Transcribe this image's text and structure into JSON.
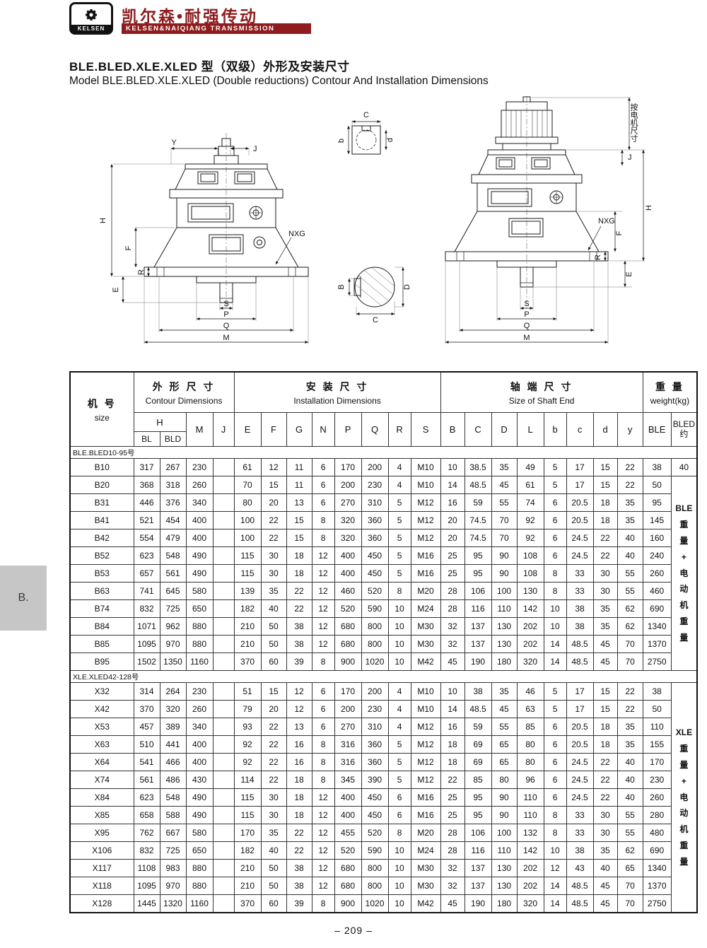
{
  "brand": {
    "badge": "KELSEN",
    "name": "凯尔森•耐强传动",
    "tagline": "KELSEN&NAIQIANG TRANSMISSION"
  },
  "titles": {
    "cn": "BLE.BLED.XLE.XLED 型（双级）外形及安装尺寸",
    "en": "Model BLE.BLED.XLE.XLED (Double reductions) Contour And Installation Dimensions"
  },
  "diagram": {
    "labels": {
      "H": "H",
      "Y": "Y",
      "J": "J",
      "F": "F",
      "E": "E",
      "R": "R",
      "NXG": "NXG",
      "S": "S",
      "P": "P",
      "Q": "Q",
      "M": "M",
      "C": "C",
      "b": "b",
      "d": "d",
      "B": "B",
      "D": "D",
      "motor_dim": "按电机尺寸"
    }
  },
  "table": {
    "size_header": {
      "cn": "机 号",
      "en": "size"
    },
    "groups": [
      {
        "cn": "外 形 尺 寸",
        "en": "Contour Dimensions",
        "span": 4
      },
      {
        "cn": "安 装 尺 寸",
        "en": "Installation Dimensions",
        "span": 8
      },
      {
        "cn": "轴 端 尺 寸",
        "en": "Size of Shaft End",
        "span": 8
      },
      {
        "cn": "重 量",
        "en": "weight(kg)",
        "span": 2
      }
    ],
    "columns": {
      "h": "H",
      "h_sub": [
        "BL",
        "BLD"
      ],
      "contour_rest": [
        "M",
        "J"
      ],
      "install": [
        "E",
        "F",
        "G",
        "N",
        "P",
        "Q",
        "R",
        "S"
      ],
      "shaft": [
        "B",
        "C",
        "D",
        "L",
        "b",
        "c",
        "d",
        "y"
      ],
      "weight": [
        "BLE",
        "BLED"
      ],
      "weight_approx": "约"
    },
    "sections": [
      {
        "label": "BLE.BLED10-95号",
        "weight_note": {
          "from": 1,
          "lines": [
            "BLE",
            "重",
            "量",
            "+",
            "电",
            "动",
            "机",
            "重",
            "量"
          ]
        },
        "rows": [
          {
            "size": "B10",
            "values": [
              "317",
              "267",
              "230",
              "",
              "61",
              "12",
              "11",
              "6",
              "170",
              "200",
              "4",
              "M10",
              "10",
              "38.5",
              "35",
              "49",
              "5",
              "17",
              "15",
              "22",
              "38"
            ],
            "bled": "40"
          },
          {
            "size": "B20",
            "values": [
              "368",
              "318",
              "260",
              "",
              "70",
              "15",
              "11",
              "6",
              "200",
              "230",
              "4",
              "M10",
              "14",
              "48.5",
              "45",
              "61",
              "5",
              "17",
              "15",
              "22",
              "50"
            ]
          },
          {
            "size": "B31",
            "values": [
              "446",
              "376",
              "340",
              "",
              "80",
              "20",
              "13",
              "6",
              "270",
              "310",
              "5",
              "M12",
              "16",
              "59",
              "55",
              "74",
              "6",
              "20.5",
              "18",
              "35",
              "95"
            ]
          },
          {
            "size": "B41",
            "values": [
              "521",
              "454",
              "400",
              "",
              "100",
              "22",
              "15",
              "8",
              "320",
              "360",
              "5",
              "M12",
              "20",
              "74.5",
              "70",
              "92",
              "6",
              "20.5",
              "18",
              "35",
              "145"
            ]
          },
          {
            "size": "B42",
            "values": [
              "554",
              "479",
              "400",
              "",
              "100",
              "22",
              "15",
              "8",
              "320",
              "360",
              "5",
              "M12",
              "20",
              "74.5",
              "70",
              "92",
              "6",
              "24.5",
              "22",
              "40",
              "160"
            ]
          },
          {
            "size": "B52",
            "values": [
              "623",
              "548",
              "490",
              "",
              "115",
              "30",
              "18",
              "12",
              "400",
              "450",
              "5",
              "M16",
              "25",
              "95",
              "90",
              "108",
              "6",
              "24.5",
              "22",
              "40",
              "240"
            ]
          },
          {
            "size": "B53",
            "values": [
              "657",
              "561",
              "490",
              "",
              "115",
              "30",
              "18",
              "12",
              "400",
              "450",
              "5",
              "M16",
              "25",
              "95",
              "90",
              "108",
              "8",
              "33",
              "30",
              "55",
              "260"
            ]
          },
          {
            "size": "B63",
            "values": [
              "741",
              "645",
              "580",
              "",
              "139",
              "35",
              "22",
              "12",
              "460",
              "520",
              "8",
              "M20",
              "28",
              "106",
              "100",
              "130",
              "8",
              "33",
              "30",
              "55",
              "460"
            ]
          },
          {
            "size": "B74",
            "values": [
              "832",
              "725",
              "650",
              "",
              "182",
              "40",
              "22",
              "12",
              "520",
              "590",
              "10",
              "M24",
              "28",
              "116",
              "110",
              "142",
              "10",
              "38",
              "35",
              "62",
              "690"
            ]
          },
          {
            "size": "B84",
            "values": [
              "1071",
              "962",
              "880",
              "",
              "210",
              "50",
              "38",
              "12",
              "680",
              "800",
              "10",
              "M30",
              "32",
              "137",
              "130",
              "202",
              "10",
              "38",
              "35",
              "62",
              "1340"
            ]
          },
          {
            "size": "B85",
            "values": [
              "1095",
              "970",
              "880",
              "",
              "210",
              "50",
              "38",
              "12",
              "680",
              "800",
              "10",
              "M30",
              "32",
              "137",
              "130",
              "202",
              "14",
              "48.5",
              "45",
              "70",
              "1370"
            ]
          },
          {
            "size": "B95",
            "values": [
              "1502",
              "1350",
              "1160",
              "",
              "370",
              "60",
              "39",
              "8",
              "900",
              "1020",
              "10",
              "M42",
              "45",
              "190",
              "180",
              "320",
              "14",
              "48.5",
              "45",
              "70",
              "2750"
            ]
          }
        ]
      },
      {
        "label": "XLE.XLED42-128号",
        "weight_note": {
          "from": 0,
          "lines": [
            "XLE",
            "重",
            "量",
            "+",
            "电",
            "动",
            "机",
            "重",
            "量"
          ]
        },
        "rows": [
          {
            "size": "X32",
            "values": [
              "314",
              "264",
              "230",
              "",
              "51",
              "15",
              "12",
              "6",
              "170",
              "200",
              "4",
              "M10",
              "10",
              "38",
              "35",
              "46",
              "5",
              "17",
              "15",
              "22",
              "38"
            ]
          },
          {
            "size": "X42",
            "values": [
              "370",
              "320",
              "260",
              "",
              "79",
              "20",
              "12",
              "6",
              "200",
              "230",
              "4",
              "M10",
              "14",
              "48.5",
              "45",
              "63",
              "5",
              "17",
              "15",
              "22",
              "50"
            ]
          },
          {
            "size": "X53",
            "values": [
              "457",
              "389",
              "340",
              "",
              "93",
              "22",
              "13",
              "6",
              "270",
              "310",
              "4",
              "M12",
              "16",
              "59",
              "55",
              "85",
              "6",
              "20.5",
              "18",
              "35",
              "110"
            ]
          },
          {
            "size": "X63",
            "values": [
              "510",
              "441",
              "400",
              "",
              "92",
              "22",
              "16",
              "8",
              "316",
              "360",
              "5",
              "M12",
              "18",
              "69",
              "65",
              "80",
              "6",
              "20.5",
              "18",
              "35",
              "155"
            ]
          },
          {
            "size": "X64",
            "values": [
              "541",
              "466",
              "400",
              "",
              "92",
              "22",
              "16",
              "8",
              "316",
              "360",
              "5",
              "M12",
              "18",
              "69",
              "65",
              "80",
              "6",
              "24.5",
              "22",
              "40",
              "170"
            ]
          },
          {
            "size": "X74",
            "values": [
              "561",
              "486",
              "430",
              "",
              "114",
              "22",
              "18",
              "8",
              "345",
              "390",
              "5",
              "M12",
              "22",
              "85",
              "80",
              "96",
              "6",
              "24.5",
              "22",
              "40",
              "230"
            ]
          },
          {
            "size": "X84",
            "values": [
              "623",
              "548",
              "490",
              "",
              "115",
              "30",
              "18",
              "12",
              "400",
              "450",
              "6",
              "M16",
              "25",
              "95",
              "90",
              "110",
              "6",
              "24.5",
              "22",
              "40",
              "260"
            ]
          },
          {
            "size": "X85",
            "values": [
              "658",
              "588",
              "490",
              "",
              "115",
              "30",
              "18",
              "12",
              "400",
              "450",
              "6",
              "M16",
              "25",
              "95",
              "90",
              "110",
              "8",
              "33",
              "30",
              "55",
              "280"
            ]
          },
          {
            "size": "X95",
            "values": [
              "762",
              "667",
              "580",
              "",
              "170",
              "35",
              "22",
              "12",
              "455",
              "520",
              "8",
              "M20",
              "28",
              "106",
              "100",
              "132",
              "8",
              "33",
              "30",
              "55",
              "480"
            ]
          },
          {
            "size": "X106",
            "values": [
              "832",
              "725",
              "650",
              "",
              "182",
              "40",
              "22",
              "12",
              "520",
              "590",
              "10",
              "M24",
              "28",
              "116",
              "110",
              "142",
              "10",
              "38",
              "35",
              "62",
              "690"
            ]
          },
          {
            "size": "X117",
            "values": [
              "1108",
              "983",
              "880",
              "",
              "210",
              "50",
              "38",
              "12",
              "680",
              "800",
              "10",
              "M30",
              "32",
              "137",
              "130",
              "202",
              "12",
              "43",
              "40",
              "65",
              "1340"
            ]
          },
          {
            "size": "X118",
            "values": [
              "1095",
              "970",
              "880",
              "",
              "210",
              "50",
              "38",
              "12",
              "680",
              "800",
              "10",
              "M30",
              "32",
              "137",
              "130",
              "202",
              "14",
              "48.5",
              "45",
              "70",
              "1370"
            ]
          },
          {
            "size": "X128",
            "values": [
              "1445",
              "1320",
              "1160",
              "",
              "370",
              "60",
              "39",
              "8",
              "900",
              "1020",
              "10",
              "M42",
              "45",
              "190",
              "180",
              "320",
              "14",
              "48.5",
              "45",
              "70",
              "2750"
            ]
          }
        ]
      }
    ]
  },
  "side_tab": "B.",
  "page_number": "– 209 –"
}
